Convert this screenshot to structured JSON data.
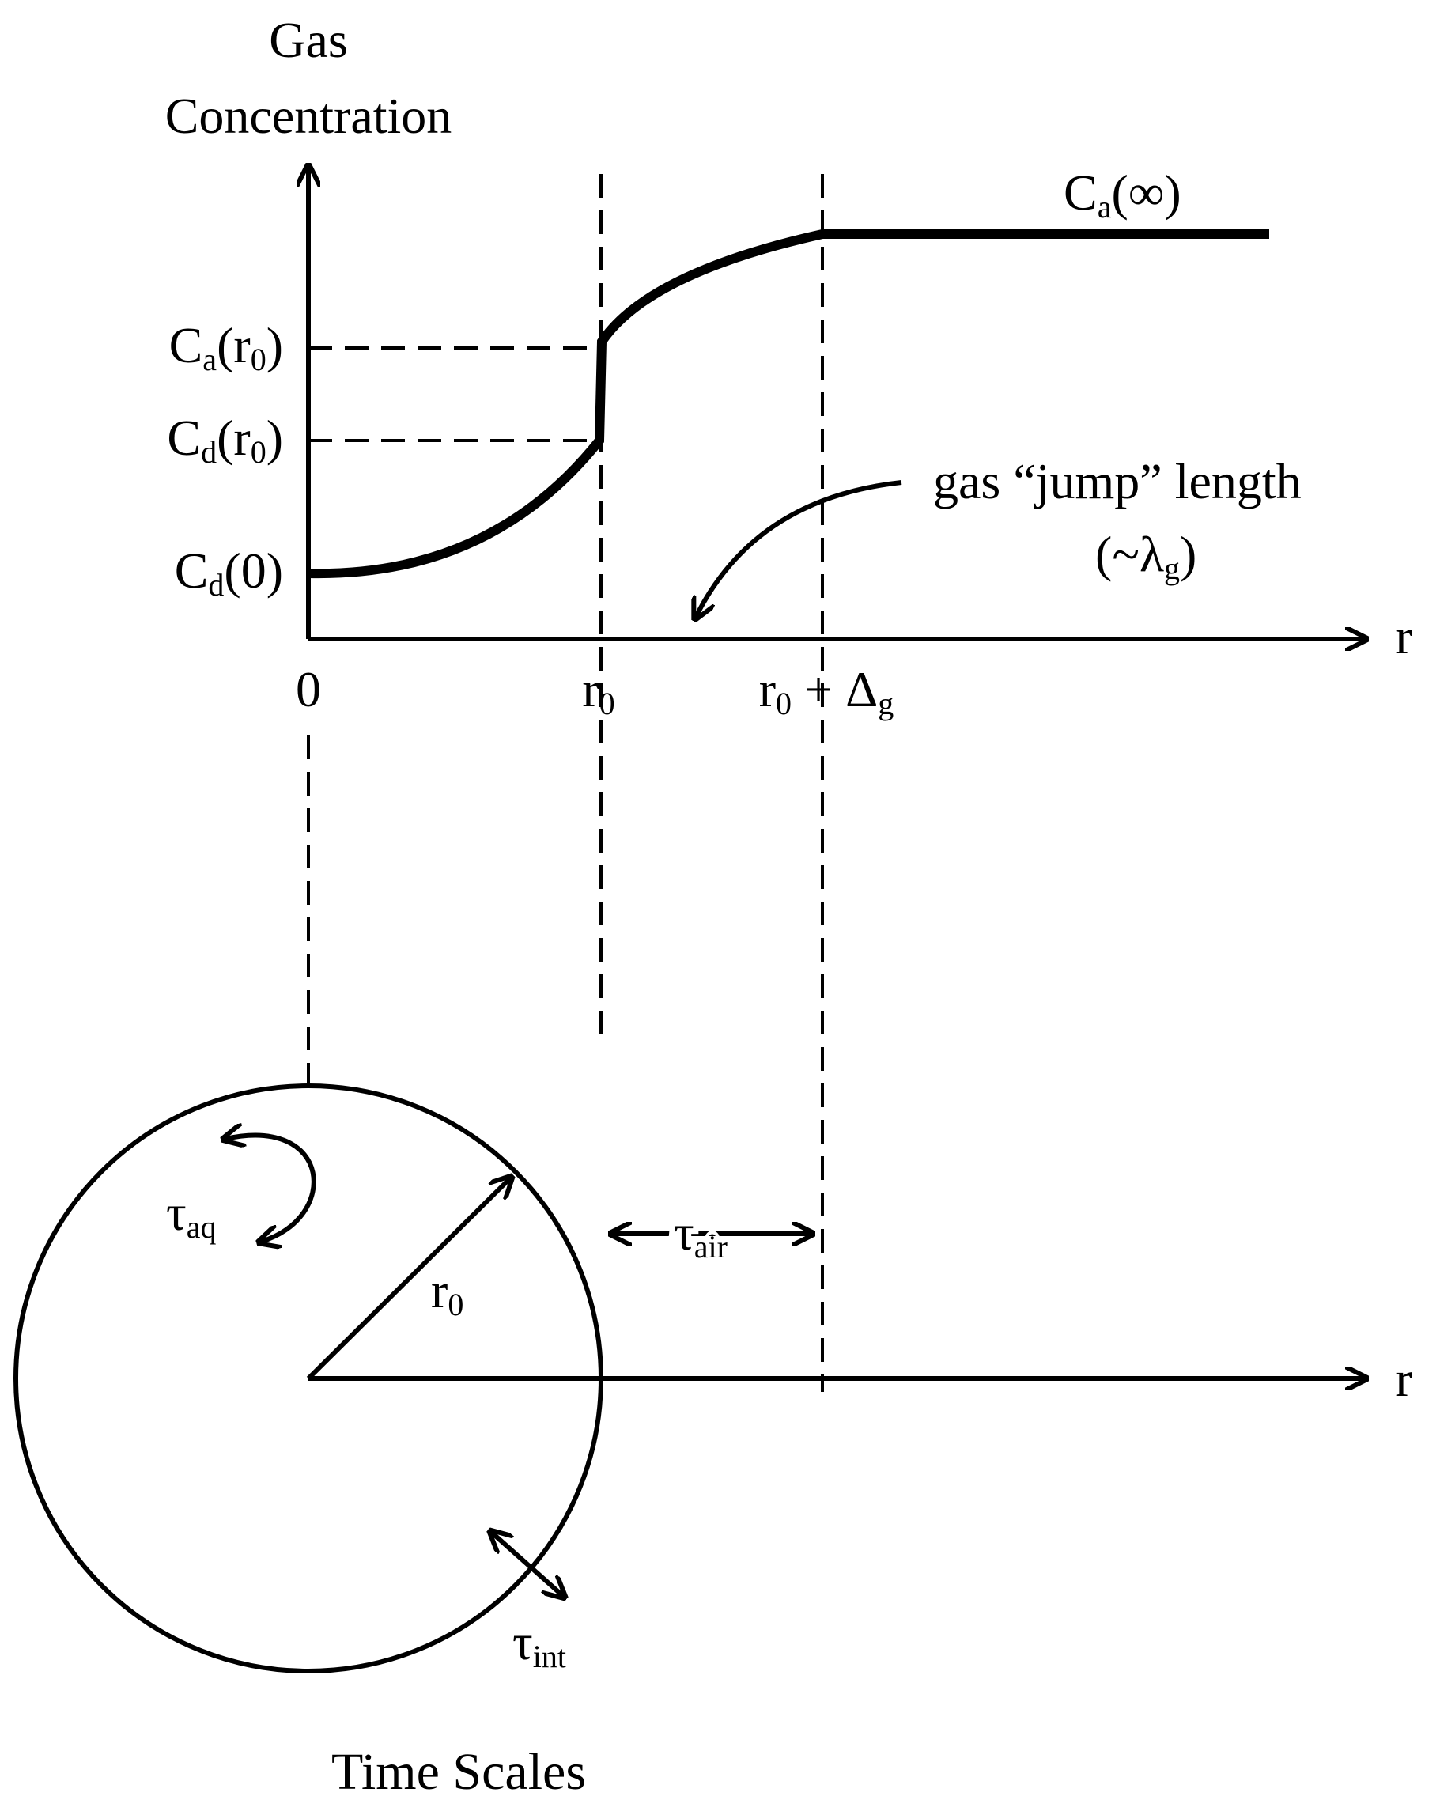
{
  "title": "Time Scales",
  "y_axis_label": {
    "line1": "Gas",
    "line2": "Concentration"
  },
  "axis_variable": "r",
  "y_tick_labels": {
    "ca_r0": {
      "main": "C",
      "sub": "a",
      "rest": "(r",
      "sub2": "0",
      "end": ")"
    },
    "cd_r0": {
      "main": "C",
      "sub": "d",
      "rest": "(r",
      "sub2": "0",
      "end": ")"
    },
    "cd_0": {
      "main": "C",
      "sub": "d",
      "rest": "(0)"
    }
  },
  "x_tick_labels": {
    "zero": "0",
    "r0": {
      "main": "r",
      "sub": "0"
    },
    "r0_delta": {
      "main": "r",
      "sub": "0",
      "mid": " + Δ",
      "sub2": "g"
    }
  },
  "curve_label": {
    "main": "C",
    "sub": "a",
    "rest": "(∞)"
  },
  "jump_annotation": {
    "line1": "gas “jump” length",
    "line2_pre": "(~λ",
    "line2_sub": "g",
    "line2_post": ")"
  },
  "radius_label": {
    "main": "r",
    "sub": "0"
  },
  "time_scales": {
    "aq": {
      "main": "τ",
      "sub": "aq"
    },
    "air": {
      "main": "τ",
      "sub": "air"
    },
    "int": {
      "main": "τ",
      "sub": "int"
    }
  }
}
